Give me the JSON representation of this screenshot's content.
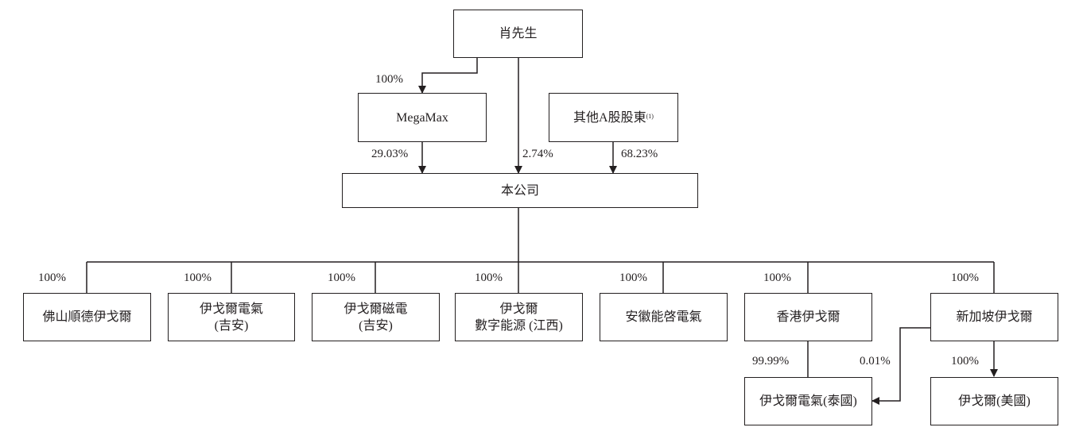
{
  "nodes": {
    "xiao": "肖先生",
    "megamax": "MegaMax",
    "other_a_main": "其他A股股東",
    "other_a_note": "(1)",
    "company": "本公司",
    "foshan": "佛山順德伊戈爾",
    "elec_jian_l1": "伊戈爾電氣",
    "elec_jian_l2": "(吉安)",
    "mag_jian_l1": "伊戈爾磁電",
    "mag_jian_l2": "(吉安)",
    "digital_l1": "伊戈爾",
    "digital_l2": "數字能源 (江西)",
    "anhui": "安徽能啓電氣",
    "hk": "香港伊戈爾",
    "sg": "新加坡伊戈爾",
    "thailand": "伊戈爾電氣(泰國)",
    "usa": "伊戈爾(美國)"
  },
  "edges": {
    "xiao_megamax": "100%",
    "megamax_company": "29.03%",
    "xiao_company": "2.74%",
    "other_company": "68.23%",
    "company_foshan": "100%",
    "company_elec": "100%",
    "company_mag": "100%",
    "company_digital": "100%",
    "company_anhui": "100%",
    "company_hk": "100%",
    "company_sg": "100%",
    "hk_thailand": "99.99%",
    "sg_thailand": "0.01%",
    "sg_usa": "100%"
  }
}
